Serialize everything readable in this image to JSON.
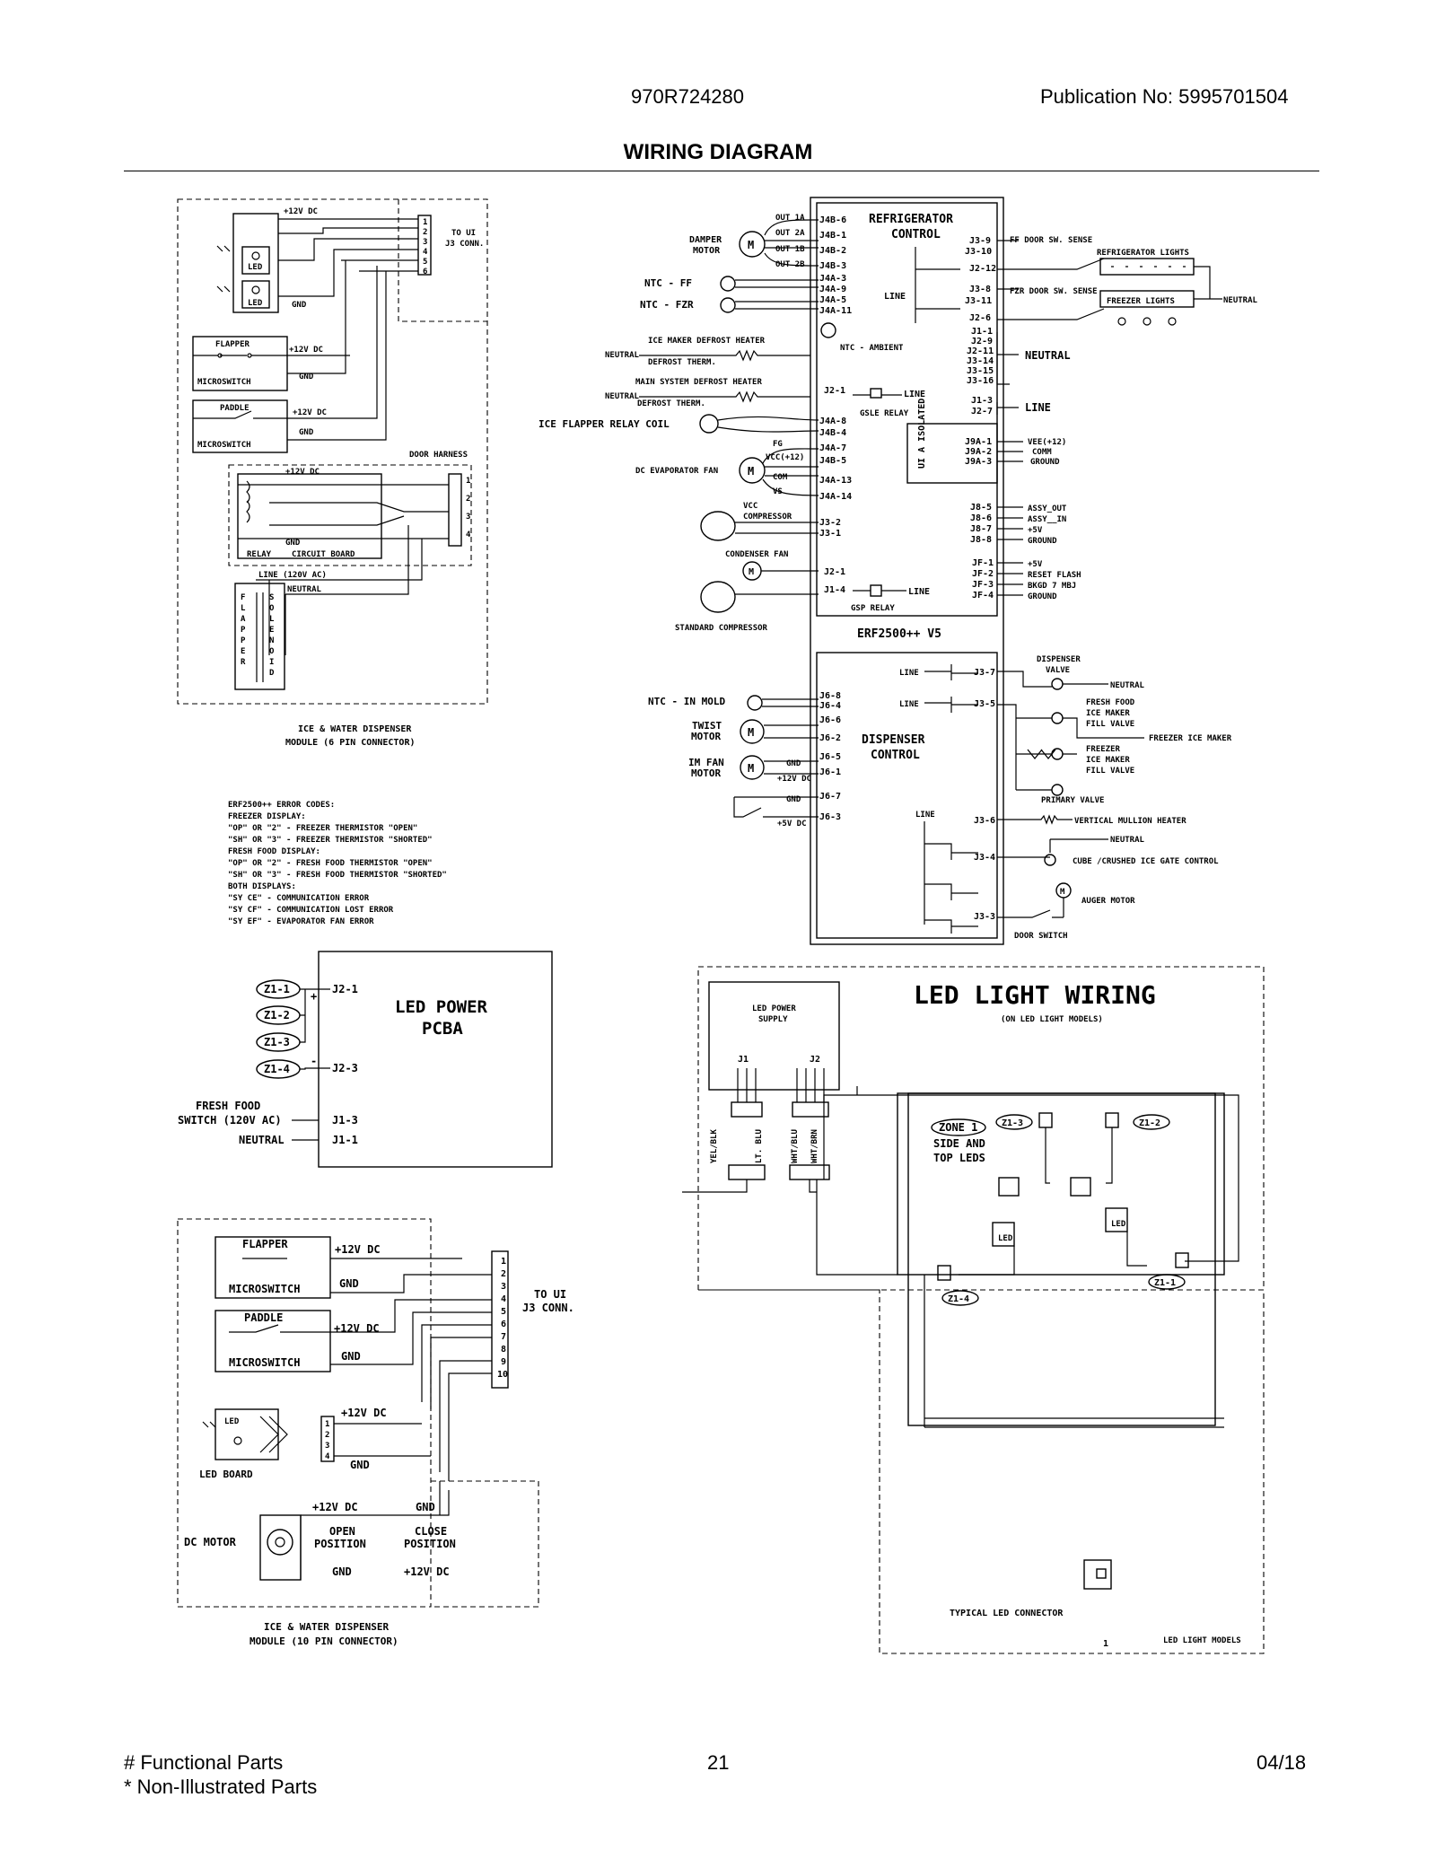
{
  "header": {
    "model": "970R724280",
    "publication": "Publication No:  5995701504",
    "title": "WIRING DIAGRAM"
  },
  "footer": {
    "functional": "# Functional Parts",
    "non_illustrated": "* Non-Illustrated Parts",
    "page": "21",
    "date": "04/18"
  },
  "pin6_module": {
    "v12": "+12V DC",
    "to_ui": "TO UI",
    "j3_conn": "J3 CONN.",
    "led": "LED",
    "gnd": "GND",
    "flapper": "FLAPPER",
    "microswitch": "MICROSWITCH",
    "paddle": "PADDLE",
    "door_harness": "DOOR HARNESS",
    "relay": "RELAY",
    "circuit_board": "CIRCUIT BOARD",
    "line_120": "LINE (120V AC)",
    "neutral": "NEUTRAL",
    "flapper_v": "FLAPPER",
    "solenoid_v": "SOLENOID",
    "pins": [
      "1",
      "2",
      "3",
      "4",
      "5",
      "6"
    ],
    "harness_pins": [
      "1",
      "2",
      "3",
      "4"
    ],
    "caption1": "ICE & WATER DISPENSER",
    "caption2": "MODULE (6 PIN CONNECTOR)"
  },
  "error_codes": {
    "lines": [
      "ERF2500++ ERROR CODES:",
      "FREEZER DISPLAY:",
      "  \"OP\" OR \"2\" - FREEZER THERMISTOR \"OPEN\"",
      "  \"SH\" OR \"3\" - FREEZER THERMISTOR \"SHORTED\"",
      "FRESH FOOD DISPLAY:",
      "  \"OP\" OR \"2\" - FRESH FOOD THERMISTOR \"OPEN\"",
      "  \"SH\" OR \"3\" - FRESH FOOD THERMISTOR \"SHORTED\"",
      "BOTH DISPLAYS:",
      "  \"SY CE\" - COMMUNICATION ERROR",
      "  \"SY CF\" - COMMUNICATION LOST ERROR",
      "  \"SY EF\" - EVAPORATOR FAN ERROR"
    ]
  },
  "refrigerator_control": {
    "title1": "REFRIGERATOR",
    "title2": "CONTROL",
    "damper": "DAMPER",
    "motor": "MOTOR",
    "m": "M",
    "out_labels": [
      "OUT 1A",
      "OUT 2A",
      "OUT 1B",
      "OUT 2B"
    ],
    "j4b_pins": [
      "J4B-6",
      "J4B-1",
      "J4B-2",
      "J4B-3"
    ],
    "j4a_pins": [
      "J4A-3",
      "J4A-9",
      "J4A-5",
      "J4A-11"
    ],
    "ntc_ff": "NTC   - FF",
    "ntc_fzr": "NTC   - FZR",
    "ice_maker_defrost": "ICE MAKER DEFROST HEATER",
    "neutral": "NEUTRAL",
    "defrost_therm": "DEFROST THERM.",
    "main_system_defrost": "MAIN SYSTEM DEFROST HEATER",
    "ntc_ambient": "NTC  - AMBIENT",
    "j2_1": "J2-1",
    "line": "LINE",
    "gsle_relay": "GSLE RELAY",
    "ice_flapper_relay": "ICE FLAPPER RELAY COIL",
    "relay_pins": [
      "J4A-8",
      "J4B-4"
    ],
    "fg": "FG",
    "vcc12": "VCC(+12)",
    "com": "COM",
    "vs": "VS",
    "dc_evap_fan": "DC EVAPORATOR FAN",
    "fan_pins": [
      "J4A-7",
      "J4B-5",
      "J4A-13",
      "J4A-14"
    ],
    "vcc_compressor1": "VCC",
    "vcc_compressor2": "COMPRESSOR",
    "comp_pins": [
      "J3-2",
      "J3-1"
    ],
    "condenser_fan": "CONDENSER FAN",
    "cond_pins": [
      "J2-1",
      "J1-4"
    ],
    "gsp_relay": "GSP RELAY",
    "standard_compressor": "STANDARD COMPRESSOR",
    "model": "ERF2500++ V5",
    "ff_door": "FF DOOR SW. SENSE",
    "fzr_door": "FZR DOOR SW. SENSE",
    "refrigerator_lights": "REFRIGERATOR LIGHTS",
    "freezer_lights": "FREEZER LIGHTS",
    "right_pins_top": [
      "J3-9",
      "J3-10",
      "J2-12"
    ],
    "right_pins_mid": [
      "J3-8",
      "J3-11",
      "J2-6"
    ],
    "neutral_pins": [
      "J1-1",
      "J2-9",
      "J2-11",
      "J3-14",
      "J3-15",
      "J3-16"
    ],
    "line_pins": [
      "J1-3",
      "J2-7"
    ],
    "ui_isolated": "UI A ISOLATED",
    "j9a_pins": [
      "J9A-1",
      "J9A-2",
      "J9A-3"
    ],
    "vee": "VEE(+12)",
    "comm": "COMM",
    "ground": "GROUND",
    "j8_pins": [
      "J8-5",
      "J8-6",
      "J8-7",
      "J8-8"
    ],
    "assy_out": "ASSY_OUT",
    "assy_in": "ASSY__IN",
    "plus5v": "+5V",
    "jf_pins": [
      "JF-1",
      "JF-2",
      "JF-3",
      "JF-4"
    ],
    "reset_flash": "RESET  FLASH",
    "bkgd": "BKGD 7 MBJ"
  },
  "dispenser_control": {
    "title1": "DISPENSER",
    "title2": "CONTROL",
    "ntc_in_mold": "NTC - IN MOLD",
    "twist": "TWIST",
    "motor": "MOTOR",
    "im_fan": "IM FAN",
    "gnd": "GND",
    "v12": "+12V DC",
    "v5": "+5V DC",
    "left_pins": [
      "J6-8",
      "J6-4",
      "J6-6",
      "J6-2",
      "J6-5",
      "J6-1",
      "J6-7",
      "J6-3"
    ],
    "line": "LINE",
    "right_pins": [
      "J3-7",
      "J3-5",
      "J3-6",
      "J3-4",
      "J3-3"
    ],
    "dispenser_valve1": "DISPENSER",
    "dispenser_valve2": "VALVE",
    "neutral": "NEUTRAL",
    "ff_ice_maker1": "FRESH FOOD",
    "ff_ice_maker2": "ICE MAKER",
    "ff_ice_maker3": "FILL VALVE",
    "freezer_ice_maker": "FREEZER ICE MAKER",
    "fz_ice_maker1": "FREEZER",
    "fz_ice_maker2": "ICE MAKER",
    "fz_ice_maker3": "FILL VALVE",
    "primary_valve": "PRIMARY VALVE",
    "mullion_heater": "VERTICAL MULLION HEATER",
    "cube_crushed": "CUBE /CRUSHED ICE GATE CONTROL",
    "auger_motor": "AUGER MOTOR",
    "door_switch": "DOOR SWITCH"
  },
  "led_power": {
    "title1": "LED POWER",
    "title2": "PCBA",
    "z_labels": [
      "Z1-1",
      "Z1-2",
      "Z1-3",
      "Z1-4"
    ],
    "plus": "+",
    "minus": "-",
    "j2_1": "J2-1",
    "j2_3": "J2-3",
    "j1_3": "J1-3",
    "j1_1": "J1-1",
    "fresh_food": "FRESH FOOD",
    "switch_120": "SWITCH (120V AC)",
    "neutral": "NEUTRAL"
  },
  "led_wiring": {
    "title": "LED LIGHT WIRING",
    "subtitle": "(ON LED LIGHT MODELS)",
    "supply1": "LED POWER",
    "supply2": "SUPPLY",
    "j1": "J1",
    "j2": "J2",
    "wires": [
      "YEL/BLK",
      "LT. BLU",
      "WHT/BLU",
      "WHT/BRN"
    ],
    "zone1": "ZONE 1",
    "side": "SIDE AND",
    "top": "TOP LEDS",
    "z13": "Z1-3",
    "z12": "Z1-2",
    "z14": "Z1-4",
    "z11": "Z1-1",
    "led": "LED",
    "typical": "TYPICAL LED CONNECTOR",
    "one": "1",
    "models": "LED LIGHT MODELS"
  },
  "pin10_module": {
    "flapper": "FLAPPER",
    "microswitch": "MICROSWITCH",
    "paddle": "PADDLE",
    "v12": "+12V DC",
    "gnd": "GND",
    "to_ui": "TO UI",
    "j3_conn": "J3 CONN.",
    "pins": [
      "1",
      "2",
      "3",
      "4",
      "5",
      "6",
      "7",
      "8",
      "9",
      "10"
    ],
    "led": "LED",
    "led_board": "LED BOARD",
    "board_pins": [
      "1",
      "2",
      "3",
      "4"
    ],
    "dc_motor": "DC MOTOR",
    "open_position1": "OPEN",
    "open_position2": "POSITION",
    "close_position1": "CLOSE",
    "close_position2": "POSITION",
    "caption1": "ICE & WATER DISPENSER",
    "caption2": "MODULE (10 PIN CONNECTOR)"
  }
}
